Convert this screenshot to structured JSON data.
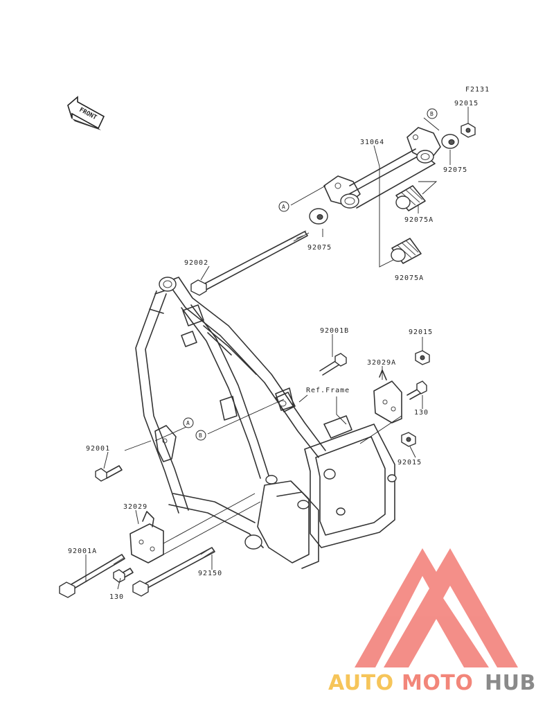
{
  "figure_code": "F2131",
  "front_marker": "FRONT",
  "ref_labels": {
    "a": "A",
    "b": "B"
  },
  "ref_frame": "Ref.Frame",
  "parts": {
    "p31064": "31064",
    "p92015_top": "92015",
    "p92075_right": "92075",
    "p92075_left": "92075",
    "p92075A_upper": "92075A",
    "p92075A_lower": "92075A",
    "p92002": "92002",
    "p92001B": "92001B",
    "p92015_mid": "92015",
    "p32029A": "32029A",
    "p130_right": "130",
    "p92015_low": "92015",
    "p92001": "92001",
    "p32029": "32029",
    "p92001A": "92001A",
    "p130_left": "130",
    "p92150": "92150"
  },
  "watermark": {
    "part1": "AUTO",
    "part2": "MOTO",
    "part3": "HUB",
    "colors": {
      "auto": "#f6c55a",
      "moto": "#f2867a",
      "hub": "#8a8a8a",
      "logo": "#f27b74"
    }
  }
}
